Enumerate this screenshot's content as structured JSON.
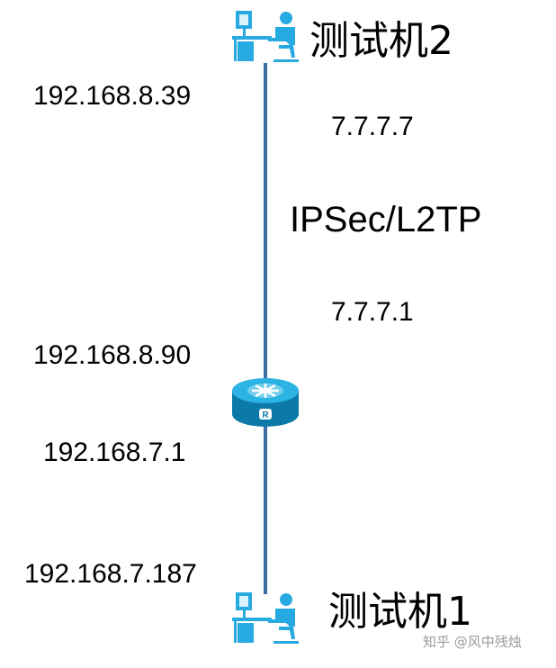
{
  "host_top": {
    "label": "测试机2",
    "ip": "192.168.8.39"
  },
  "link_top": {
    "remote_ip": "7.7.7.7",
    "tunnel": "IPSec/L2TP",
    "local_ip": "7.7.7.1"
  },
  "router": {
    "wan_ip": "192.168.8.90",
    "lan_ip": "192.168.7.1",
    "badge": "R"
  },
  "host_bottom": {
    "label": "测试机1",
    "ip": "192.168.7.187"
  },
  "watermark": "知乎 @风中残烛",
  "colors": {
    "link": "#3a6ea5",
    "device": "#1aa6d6",
    "device_dark": "#0b7aa8",
    "person": "#27a9e1"
  }
}
